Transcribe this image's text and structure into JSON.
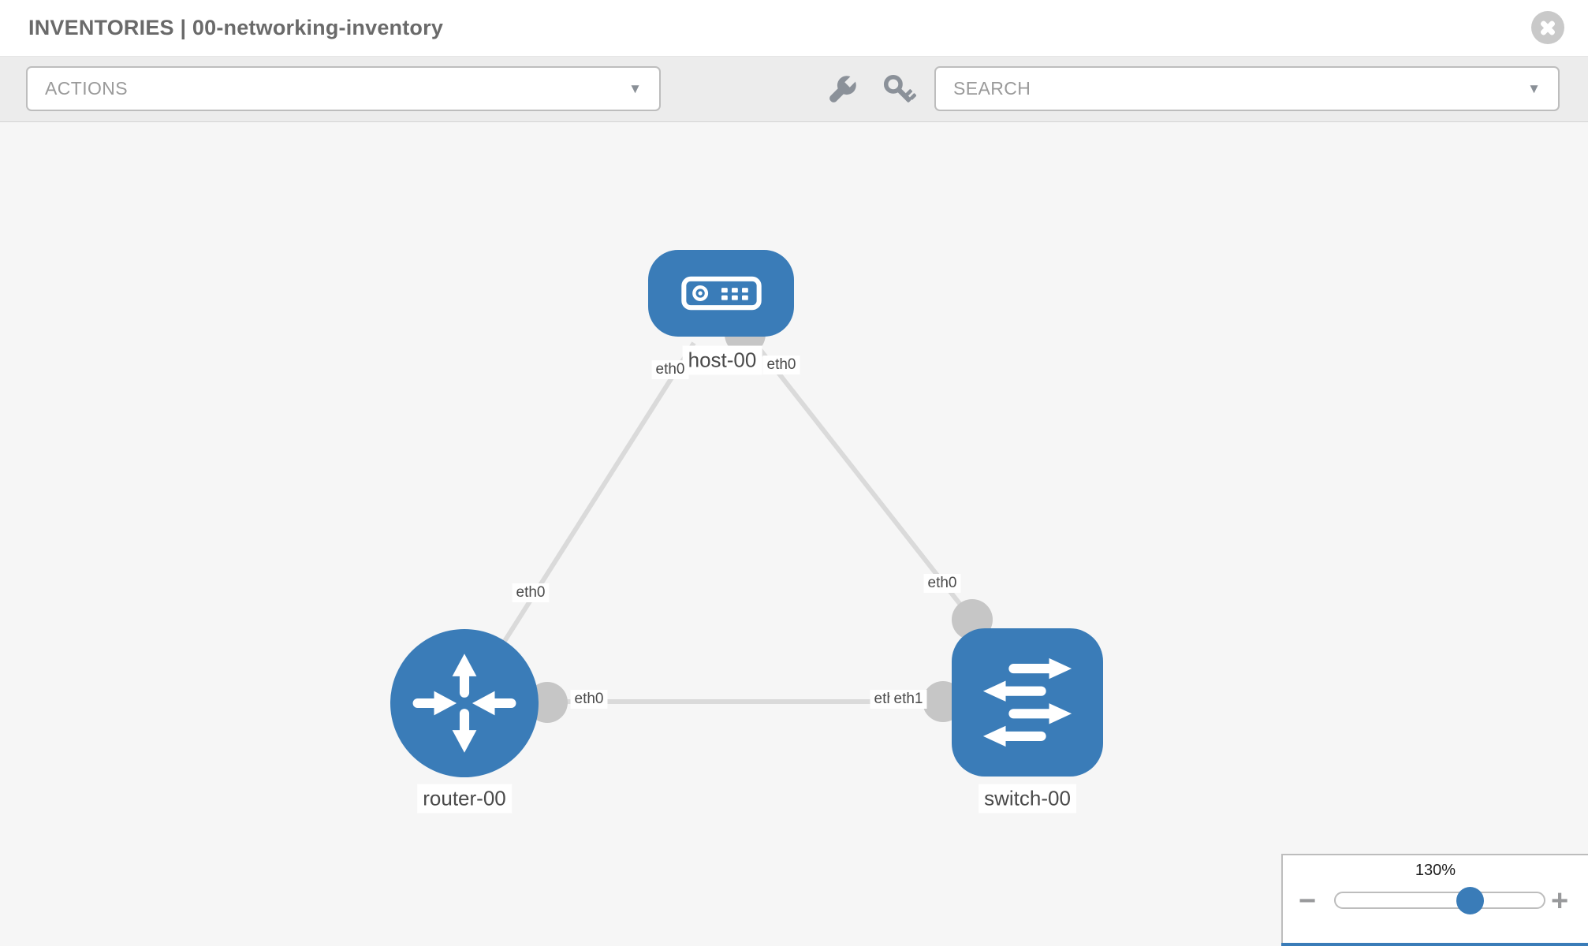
{
  "header": {
    "title": "INVENTORIES | 00-networking-inventory"
  },
  "toolbar": {
    "actions": {
      "label": "ACTIONS"
    },
    "search": {
      "placeholder": "SEARCH"
    },
    "caret": "▼"
  },
  "topology": {
    "nodes": [
      {
        "label": "host-00",
        "type": "host"
      },
      {
        "label": "router-00",
        "type": "router"
      },
      {
        "label": "switch-00",
        "type": "switch"
      }
    ],
    "links": [
      {
        "from": "router-00",
        "to": "host-00",
        "from_interface": "eth0",
        "to_interface": "eth0"
      },
      {
        "from": "host-00",
        "to": "switch-00",
        "from_interface": "eth0",
        "to_interface": "eth0"
      },
      {
        "from": "router-00",
        "to": "switch-00",
        "from_interface": "eth0",
        "to_interface": "eth1"
      }
    ],
    "interface_labels": {
      "host_left": "eth0",
      "host_right": "eth0",
      "router_host_mid": "eth0",
      "switch_host_mid": "eth0",
      "router_switch_router_end": "eth0",
      "router_switch_switch_end_back": "eth0",
      "router_switch_switch_end_front": "eth1"
    }
  },
  "zoom_control": {
    "value": "130%",
    "minus": "−",
    "plus": "+"
  },
  "colors": {
    "node_blue": "#3a7cb8",
    "link_gray": "#dadada",
    "connector_gray": "#c6c6c6",
    "canvas_bg": "#f6f6f6",
    "toolbar_bg": "#ececec"
  }
}
